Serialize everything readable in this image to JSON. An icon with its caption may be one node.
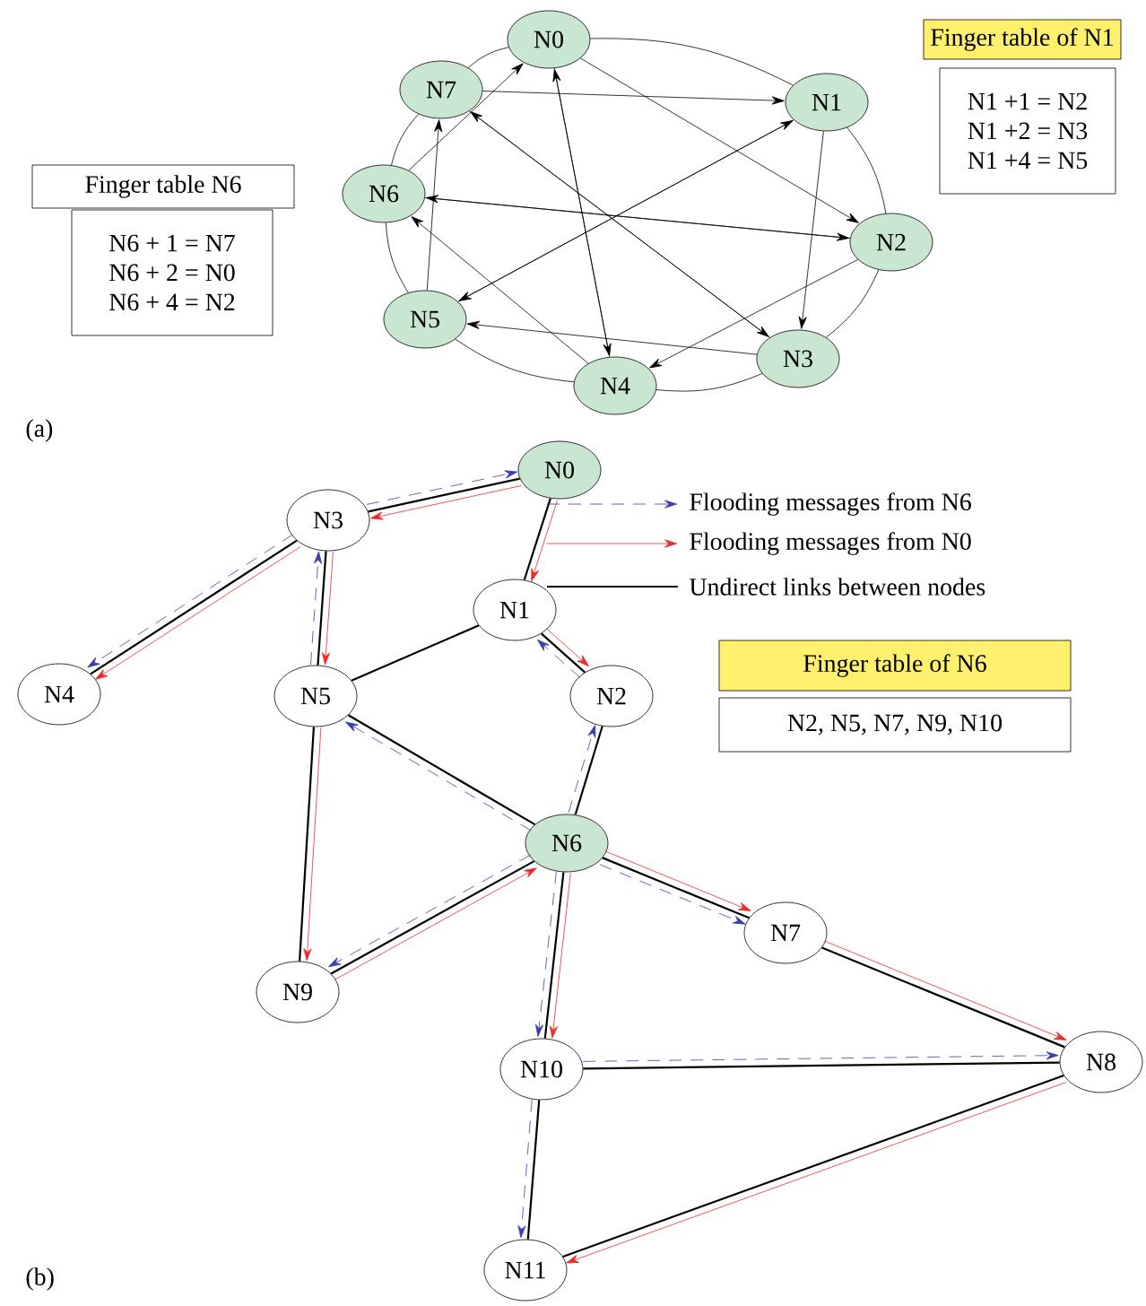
{
  "diagram": {
    "nodes": [
      {
        "text": [
          "N0"
        ]
      },
      {
        "text": [
          "N1"
        ]
      },
      {
        "text": [
          "N2"
        ]
      },
      {
        "text": [
          "N3"
        ]
      },
      {
        "text": [
          "N4"
        ]
      },
      {
        "text": [
          "N5"
        ]
      },
      {
        "text": [
          "N6"
        ]
      },
      {
        "text": [
          "N7"
        ]
      },
      {
        "text": [
          "Finger table N6"
        ]
      },
      {
        "text": [
          "N6 + 1 = N7",
          "N6 + 2 = N0",
          "N6 + 4 = N2"
        ]
      },
      {
        "text": [
          "Finger table of N1"
        ]
      },
      {
        "text": [
          "N1 +1 = N2",
          "N1 +2 = N3",
          "N1 +4 = N5"
        ]
      },
      {
        "text": [
          "N0"
        ]
      },
      {
        "text": [
          "N1"
        ]
      },
      {
        "text": [
          "N2"
        ]
      },
      {
        "text": [
          "N3"
        ]
      },
      {
        "text": [
          "N4"
        ]
      },
      {
        "text": [
          "N5"
        ]
      },
      {
        "text": [
          "N6"
        ]
      },
      {
        "text": [
          "N7"
        ]
      },
      {
        "text": [
          "N8"
        ]
      },
      {
        "text": [
          "N9"
        ]
      },
      {
        "text": [
          "N10"
        ]
      },
      {
        "text": [
          "N11"
        ]
      },
      {
        "text": [
          "Finger table of N6"
        ]
      },
      {
        "text": [
          "N2, N5, N7, N9, N10"
        ]
      }
    ],
    "edges": [
      {
        "from": 0,
        "to": 1,
        "arrow": "none"
      },
      {
        "from": 1,
        "to": 2,
        "arrow": "none"
      },
      {
        "from": 2,
        "to": 3,
        "arrow": "none"
      },
      {
        "from": 3,
        "to": 4,
        "arrow": "none"
      },
      {
        "from": 4,
        "to": 5,
        "arrow": "none"
      },
      {
        "from": 5,
        "to": 6,
        "arrow": "none"
      },
      {
        "from": 6,
        "to": 7,
        "arrow": "none"
      },
      {
        "from": 7,
        "to": 0,
        "arrow": "none"
      },
      {
        "from": 0,
        "to": 2,
        "arrow": "to"
      },
      {
        "from": 0,
        "to": 4,
        "arrow": "to"
      },
      {
        "from": 1,
        "to": 3,
        "arrow": "to"
      },
      {
        "from": 1,
        "to": 5,
        "arrow": "to"
      },
      {
        "from": 2,
        "to": 4,
        "arrow": "to"
      },
      {
        "from": 2,
        "to": 6,
        "arrow": "to"
      },
      {
        "from": 3,
        "to": 5,
        "arrow": "to"
      },
      {
        "from": 3,
        "to": 7,
        "arrow": "to"
      },
      {
        "from": 4,
        "to": 6,
        "arrow": "to"
      },
      {
        "from": 4,
        "to": 0,
        "arrow": "to"
      },
      {
        "from": 5,
        "to": 7,
        "arrow": "to"
      },
      {
        "from": 5,
        "to": 1,
        "arrow": "to"
      },
      {
        "from": 6,
        "to": 0,
        "arrow": "to"
      },
      {
        "from": 6,
        "to": 2,
        "arrow": "to"
      },
      {
        "from": 7,
        "to": 1,
        "arrow": "to"
      },
      {
        "from": 7,
        "to": 3,
        "arrow": "to"
      },
      {
        "from": 12,
        "to": 15,
        "arrow": "none"
      },
      {
        "from": 12,
        "to": 13,
        "arrow": "none"
      },
      {
        "from": 15,
        "to": 16,
        "arrow": "none"
      },
      {
        "from": 15,
        "to": 17,
        "arrow": "none"
      },
      {
        "from": 13,
        "to": 17,
        "arrow": "none"
      },
      {
        "from": 13,
        "to": 14,
        "arrow": "none"
      },
      {
        "from": 14,
        "to": 18,
        "arrow": "none"
      },
      {
        "from": 17,
        "to": 18,
        "arrow": "none"
      },
      {
        "from": 17,
        "to": 21,
        "arrow": "none"
      },
      {
        "from": 18,
        "to": 21,
        "arrow": "none"
      },
      {
        "from": 18,
        "to": 19,
        "arrow": "none"
      },
      {
        "from": 18,
        "to": 22,
        "arrow": "none"
      },
      {
        "from": 19,
        "to": 20,
        "arrow": "none"
      },
      {
        "from": 22,
        "to": 20,
        "arrow": "none"
      },
      {
        "from": 22,
        "to": 23,
        "arrow": "none"
      },
      {
        "from": 20,
        "to": 23,
        "arrow": "none"
      },
      {
        "from": 12,
        "to": 15,
        "arrow": "to",
        "color": "#ee2a2a"
      },
      {
        "from": 12,
        "to": 13,
        "arrow": "to",
        "color": "#ee2a2a"
      },
      {
        "from": 15,
        "to": 16,
        "arrow": "to",
        "color": "#ee2a2a"
      },
      {
        "from": 15,
        "to": 17,
        "arrow": "to",
        "color": "#ee2a2a"
      },
      {
        "from": 13,
        "to": 14,
        "arrow": "to",
        "color": "#ee2a2a"
      },
      {
        "from": 17,
        "to": 21,
        "arrow": "to",
        "color": "#ee2a2a"
      },
      {
        "from": 21,
        "to": 18,
        "arrow": "to",
        "color": "#ee2a2a"
      },
      {
        "from": 18,
        "to": 19,
        "arrow": "to",
        "color": "#ee2a2a"
      },
      {
        "from": 18,
        "to": 22,
        "arrow": "to",
        "color": "#ee2a2a"
      },
      {
        "from": 19,
        "to": 20,
        "arrow": "to",
        "color": "#ee2a2a"
      },
      {
        "from": 20,
        "to": 23,
        "arrow": "to",
        "color": "#ee2a2a"
      },
      {
        "from": 18,
        "to": 17,
        "arrow": "to",
        "style": "dashed",
        "color": "#3a3fb0"
      },
      {
        "from": 17,
        "to": 15,
        "arrow": "to",
        "style": "dashed",
        "color": "#3a3fb0"
      },
      {
        "from": 15,
        "to": 12,
        "arrow": "to",
        "style": "dashed",
        "color": "#3a3fb0"
      },
      {
        "from": 15,
        "to": 16,
        "arrow": "to",
        "style": "dashed",
        "color": "#3a3fb0"
      },
      {
        "from": 18,
        "to": 14,
        "arrow": "to",
        "style": "dashed",
        "color": "#3a3fb0"
      },
      {
        "from": 14,
        "to": 13,
        "arrow": "to",
        "style": "dashed",
        "color": "#3a3fb0"
      },
      {
        "from": 18,
        "to": 21,
        "arrow": "to",
        "style": "dashed",
        "color": "#3a3fb0"
      },
      {
        "from": 18,
        "to": 19,
        "arrow": "to",
        "style": "dashed",
        "color": "#3a3fb0"
      },
      {
        "from": 18,
        "to": 22,
        "arrow": "to",
        "style": "dashed",
        "color": "#3a3fb0"
      },
      {
        "from": 22,
        "to": 20,
        "arrow": "to",
        "style": "dashed",
        "color": "#3a3fb0"
      },
      {
        "from": 22,
        "to": 23,
        "arrow": "to",
        "style": "dashed",
        "color": "#3a3fb0"
      }
    ],
    "labels": [
      "(a)",
      "(b)"
    ],
    "legend": [
      {
        "text": "Flooding messages from N6"
      },
      {
        "text": "Flooding messages from N0"
      },
      {
        "text": "Undirect links between nodes"
      }
    ]
  }
}
